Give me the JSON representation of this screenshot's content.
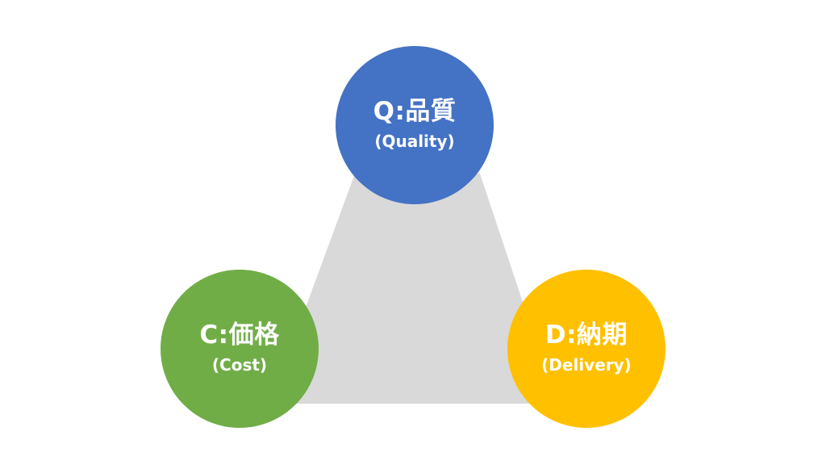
{
  "colors": {
    "triangle": "#d9d9d9",
    "quality": "#4472c4",
    "cost": "#70ad47",
    "delivery": "#ffc000",
    "text": "#ffffff"
  },
  "nodes": {
    "quality": {
      "title": "Q:品質",
      "subtitle": "(Quality)"
    },
    "cost": {
      "title": "C:価格",
      "subtitle": "(Cost)"
    },
    "delivery": {
      "title": "D:納期",
      "subtitle": "(Delivery)"
    }
  }
}
